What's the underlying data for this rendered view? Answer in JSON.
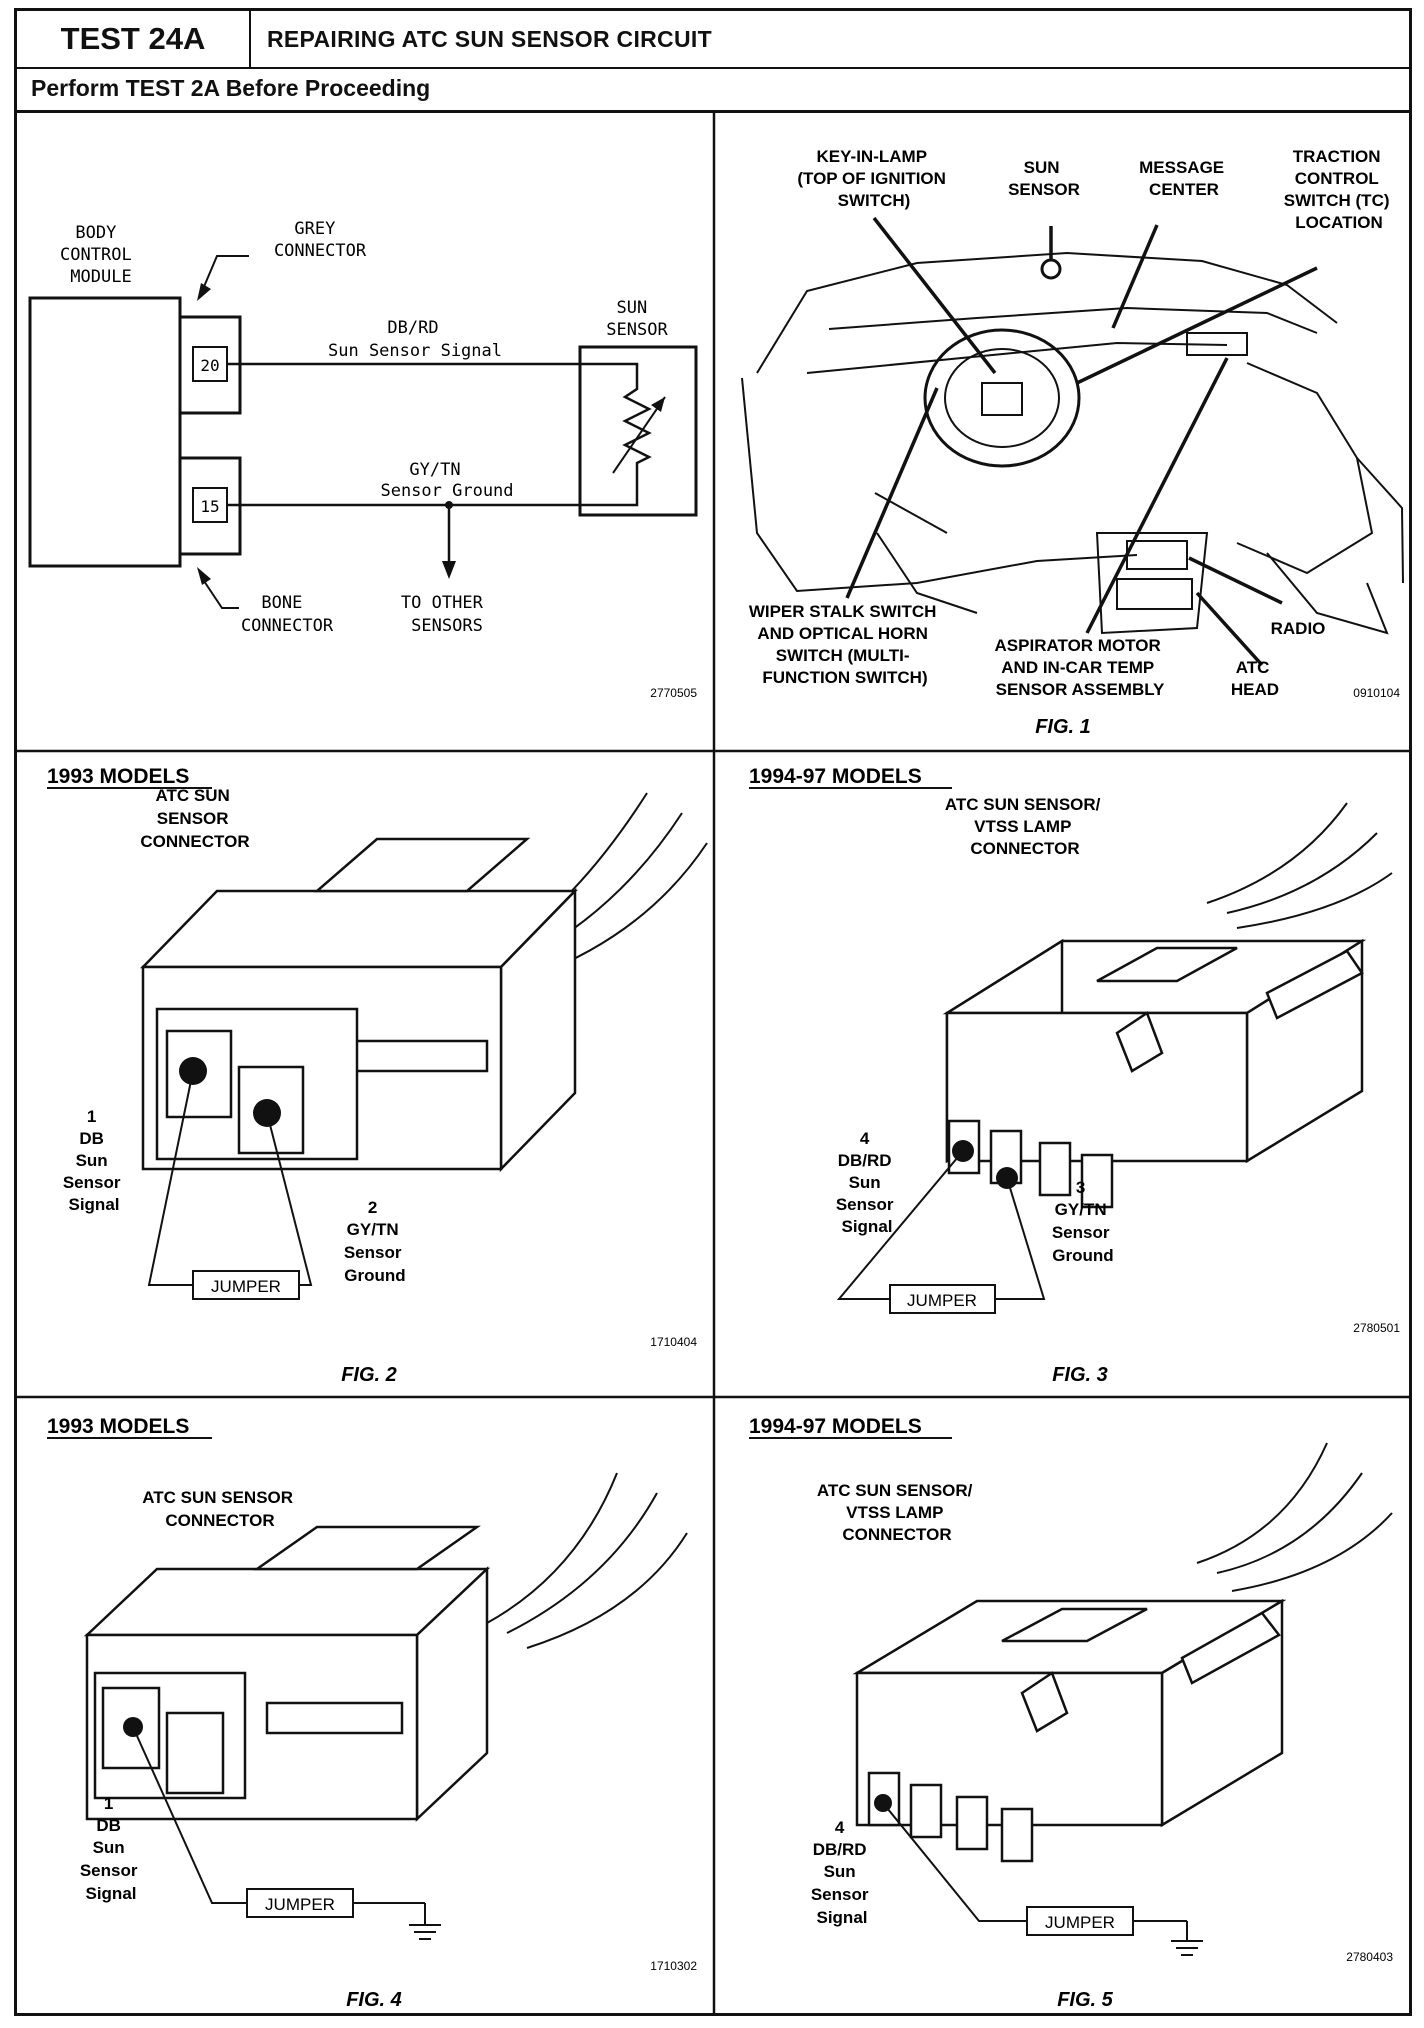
{
  "header": {
    "test_id": "TEST 24A",
    "title": "REPAIRING ATC SUN SENSOR CIRCUIT",
    "prerequisite": "Perform TEST 2A Before Proceeding"
  },
  "schematic": {
    "module_label": [
      "BODY",
      "CONTROL",
      "MODULE"
    ],
    "grey_connector": [
      "GREY",
      "CONNECTOR"
    ],
    "bone_connector": [
      "BONE",
      "CONNECTOR"
    ],
    "pin_upper": "20",
    "pin_lower": "15",
    "wire_upper_color": "DB/RD",
    "wire_upper_name": "Sun Sensor Signal",
    "wire_lower_color": "GY/TN",
    "wire_lower_name": "Sensor Ground",
    "sensor_label": [
      "SUN",
      "SENSOR"
    ],
    "other_sensors": [
      "TO OTHER",
      "SENSORS"
    ],
    "ref": "2770505"
  },
  "fig1": {
    "caption": "FIG. 1",
    "ref": "0910104",
    "labels": {
      "key_in_lamp": [
        "KEY-IN-LAMP",
        "(TOP OF IGNITION",
        "SWITCH)"
      ],
      "sun_sensor": [
        "SUN",
        "SENSOR"
      ],
      "message_center": [
        "MESSAGE",
        "CENTER"
      ],
      "traction": [
        "TRACTION",
        "CONTROL",
        "SWITCH (TC)",
        "LOCATION"
      ],
      "wiper": [
        "WIPER STALK SWITCH",
        "AND OPTICAL HORN",
        "SWITCH (MULTI-",
        "FUNCTION SWITCH)"
      ],
      "aspirator": [
        "ASPIRATOR MOTOR",
        "AND IN-CAR TEMP",
        "SENSOR ASSEMBLY"
      ],
      "radio": "RADIO",
      "atc_head": [
        "ATC",
        "HEAD"
      ]
    }
  },
  "fig2": {
    "caption": "FIG. 2",
    "models": "1993 MODELS",
    "connector": [
      "ATC SUN",
      "SENSOR",
      "CONNECTOR"
    ],
    "pin1": [
      "1",
      "DB",
      "Sun",
      "Sensor",
      "Signal"
    ],
    "pin2": [
      "2",
      "GY/TN",
      "Sensor",
      "Ground"
    ],
    "jumper": "JUMPER",
    "ref": "1710404"
  },
  "fig3": {
    "caption": "FIG. 3",
    "models": "1994-97 MODELS",
    "connector": [
      "ATC SUN SENSOR/",
      "VTSS LAMP",
      "CONNECTOR"
    ],
    "pin4": [
      "4",
      "DB/RD",
      "Sun",
      "Sensor",
      "Signal"
    ],
    "pin3": [
      "3",
      "GY/TN",
      "Sensor",
      "Ground"
    ],
    "jumper": "JUMPER",
    "ref": "2780501"
  },
  "fig4": {
    "caption": "FIG. 4",
    "models": "1993 MODELS",
    "connector": [
      "ATC SUN SENSOR",
      "CONNECTOR"
    ],
    "pin1": [
      "1",
      "DB",
      "Sun",
      "Sensor",
      "Signal"
    ],
    "jumper": "JUMPER",
    "ref": "1710302"
  },
  "fig5": {
    "caption": "FIG. 5",
    "models": "1994-97 MODELS",
    "connector": [
      "ATC SUN SENSOR/",
      "VTSS LAMP",
      "CONNECTOR"
    ],
    "pin4": [
      "4",
      "DB/RD",
      "Sun",
      "Sensor",
      "Signal"
    ],
    "jumper": "JUMPER",
    "ref": "2780403"
  }
}
